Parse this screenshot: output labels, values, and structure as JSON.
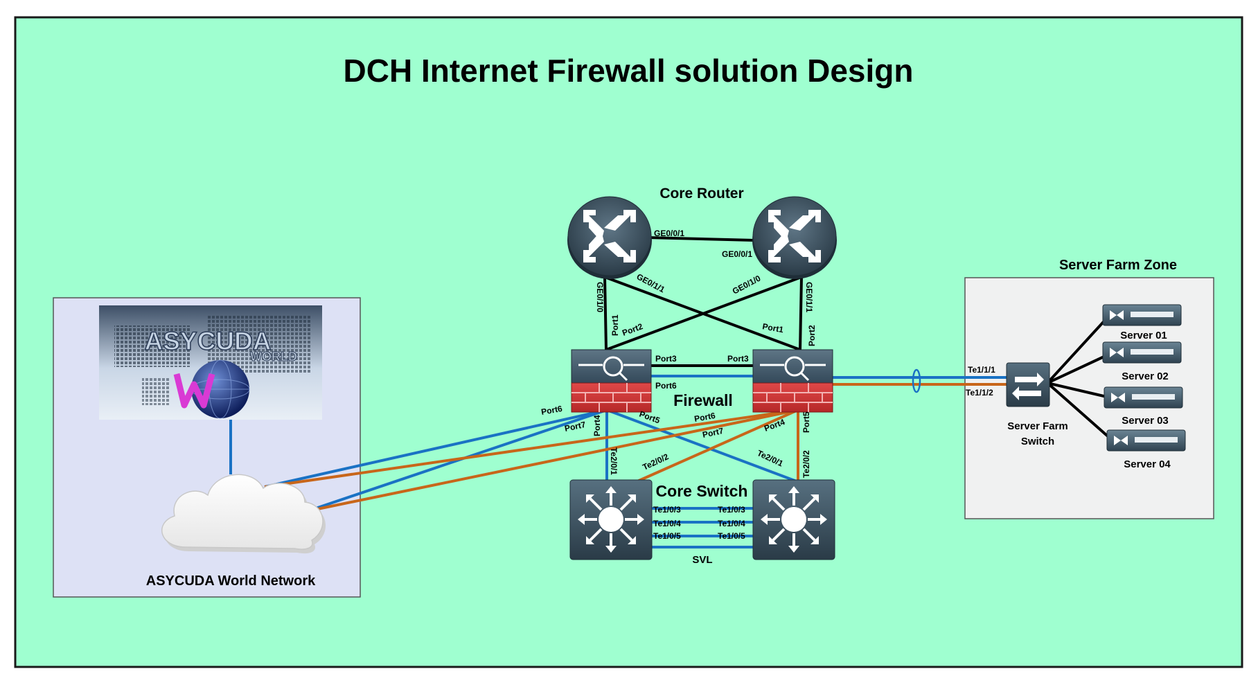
{
  "colors": {
    "background": "#9fffd0",
    "border": "#1a1a1a",
    "link_blue": "#1a72c4",
    "link_orange": "#c8661a",
    "link_black": "#000000",
    "router_fill": "#3d5364",
    "firewall_red": "#d63b3b",
    "switch_fill": "#3b5161",
    "zone_fill": "#f0f1f1",
    "asycuda_zone_fill": "#dde1f5"
  },
  "title": "DCH Internet Firewall solution Design",
  "groups": {
    "core_router": "Core Router",
    "firewall": "Firewall",
    "core_switch": "Core Switch",
    "server_farm_zone": "Server Farm Zone",
    "server_farm_switch_line1": "Server Farm",
    "server_farm_switch_line2": "Switch",
    "asycuda_network": "ASYCUDA World Network",
    "svl": "SVL"
  },
  "servers": [
    "Server 01",
    "Server 02",
    "Server 03",
    "Server 04"
  ],
  "ports": {
    "r1_ge001": "GE0/0/1",
    "r2_ge001": "GE0/0/1",
    "r1_ge010": "GE0/1/0",
    "r1_ge011": "GE0/1/1",
    "r2_ge010": "GE0/1/0",
    "r2_ge011": "GE0/1/1",
    "fw1_port1": "Port1",
    "fw1_port2": "Port2",
    "fw2_port1": "Port1",
    "fw2_port2": "Port2",
    "fw1_port3": "Port3",
    "fw2_port3": "Port3",
    "fw1_port6_link": "Port6",
    "fw1_port6": "Port6",
    "fw1_port7": "Port7",
    "fw1_port4": "Port4",
    "fw1_port5": "Port5",
    "fw2_port6": "Port6",
    "fw2_port7": "Port7",
    "fw2_port4": "Port4",
    "fw2_port5": "Port5",
    "sw1_te201": "Te2/0/1",
    "sw1_te202": "Te2/0/2",
    "sw2_te201": "Te2/0/1",
    "sw2_te202": "Te2/0/2",
    "sw1_te103": "Te1/0/3",
    "sw1_te104": "Te1/0/4",
    "sw1_te105": "Te1/0/5",
    "sw2_te103": "Te1/0/3",
    "sw2_te104": "Te1/0/4",
    "sw2_te105": "Te1/0/5",
    "sf_te111": "Te1/1/1",
    "sf_te112": "Te1/1/2"
  },
  "logo": {
    "text_main": "ASYCUDA",
    "text_sub": "WORLD"
  }
}
